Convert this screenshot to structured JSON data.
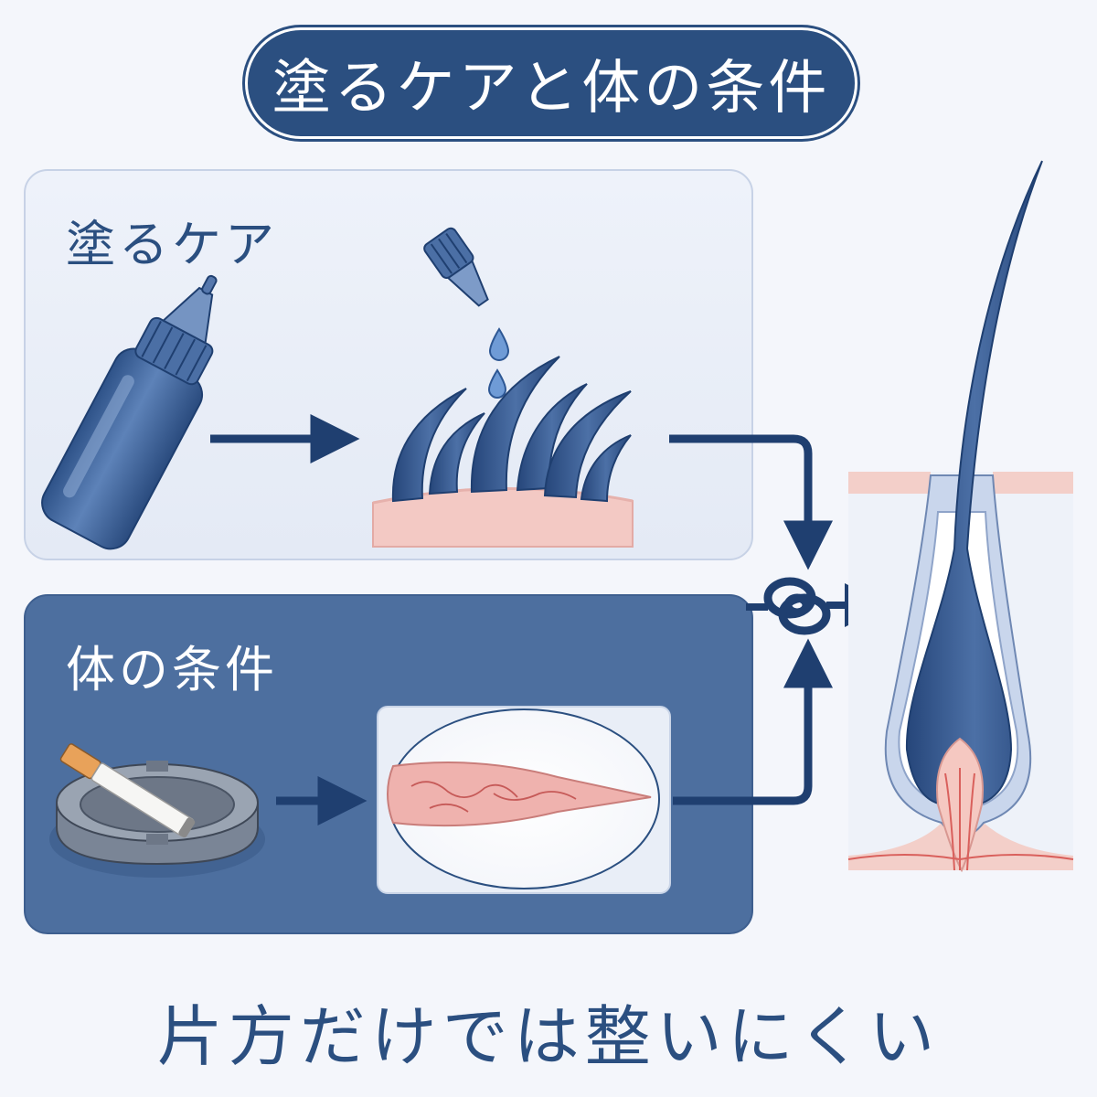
{
  "title": "塗るケアと体の条件",
  "panels": {
    "topical": {
      "label": "塗るケア"
    },
    "body": {
      "label": "体の条件"
    }
  },
  "conclusion": "片方だけでは整いにくい",
  "icons": [
    "bottle-icon",
    "dropper-icon",
    "hair-scalp-icon",
    "ashtray-icon",
    "cigarette-icon",
    "blood-vessel-icon",
    "knot-icon",
    "hair-follicle-icon"
  ],
  "colors": {
    "navy": "#2b4f80",
    "panel_blue": "#4d6f9f",
    "skin": "#f3c9c4",
    "vessel": "#e89a98"
  }
}
